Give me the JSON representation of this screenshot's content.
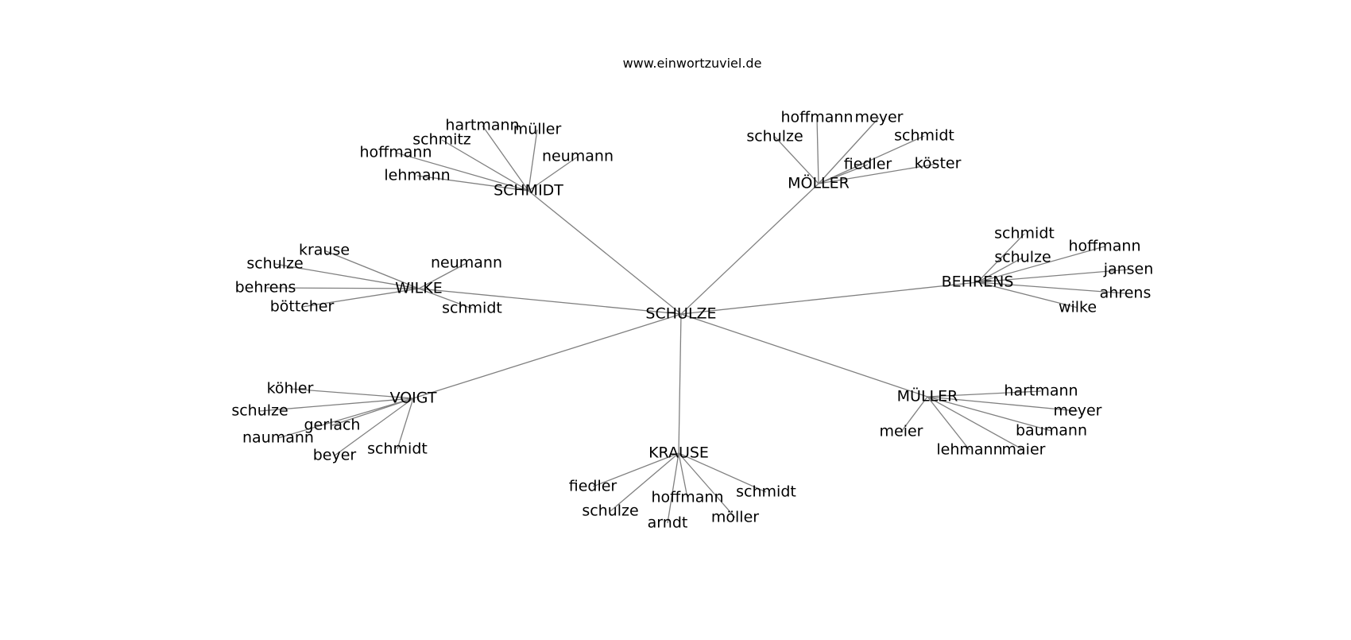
{
  "site": "www.einwortzuviel.de",
  "graph": {
    "center": "SCHULZE",
    "hubs": [
      {
        "label": "SCHMIDT",
        "leaves": [
          "hartmann",
          "müller",
          "schmitz",
          "hoffmann",
          "neumann",
          "lehmann"
        ]
      },
      {
        "label": "MÖLLER",
        "leaves": [
          "hoffmann",
          "meyer",
          "schulze",
          "fiedler",
          "schmidt",
          "köster"
        ]
      },
      {
        "label": "WILKE",
        "leaves": [
          "krause",
          "schulze",
          "neumann",
          "behrens",
          "böttcher",
          "schmidt"
        ]
      },
      {
        "label": "BEHRENS",
        "leaves": [
          "schmidt",
          "hoffmann",
          "schulze",
          "jansen",
          "ahrens",
          "wilke"
        ]
      },
      {
        "label": "VOIGT",
        "leaves": [
          "köhler",
          "schulze",
          "gerlach",
          "naumann",
          "beyer",
          "schmidt"
        ]
      },
      {
        "label": "MÜLLER",
        "leaves": [
          "hartmann",
          "meyer",
          "meier",
          "baumann",
          "lehmann",
          "maier"
        ]
      },
      {
        "label": "KRAUSE",
        "leaves": [
          "fiedler",
          "schmidt",
          "hoffmann",
          "schulze",
          "möller",
          "arndt"
        ]
      }
    ]
  }
}
